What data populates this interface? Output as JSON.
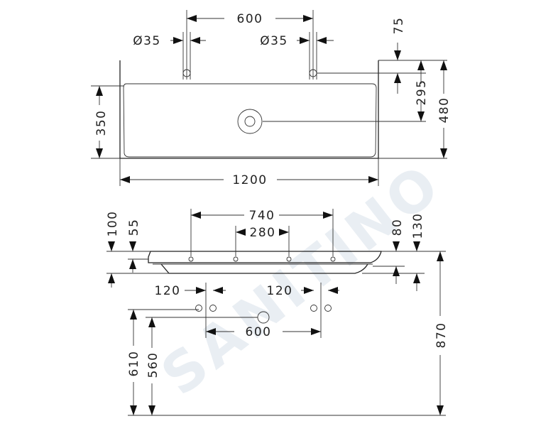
{
  "watermark": {
    "text": "SANITINO",
    "color": "#e9eef3"
  },
  "top_view": {
    "dim_tap_spacing": "600",
    "dim_hole_left": "Ø35",
    "dim_hole_right": "Ø35",
    "dim_edge_to_holes": "75",
    "dim_basin_depth": "350",
    "dim_holes_to_drain": "295",
    "dim_total_depth": "480",
    "dim_total_width": "1200"
  },
  "front_view": {
    "dim_total_height": "100",
    "dim_rim_height": "55",
    "dim_outer_fixings": "740",
    "dim_inner_fixings": "280",
    "dim_right_80": "80",
    "dim_right_130": "130",
    "dim_left_valve": "120",
    "dim_right_valve": "120",
    "dim_waste_spacing": "600",
    "dim_height_610": "610",
    "dim_height_560": "560",
    "dim_height_870": "870"
  }
}
